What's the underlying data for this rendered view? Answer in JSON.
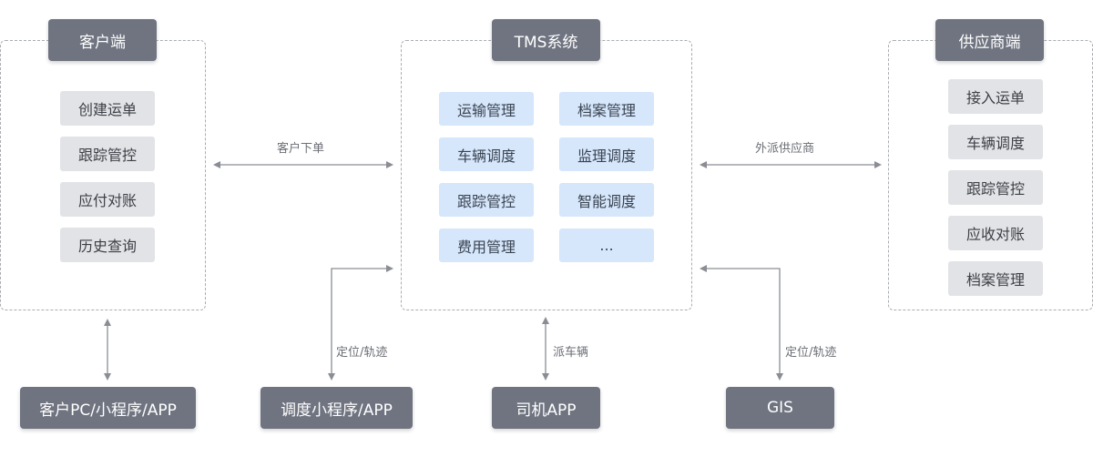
{
  "customer": {
    "title": "客户端",
    "items": [
      "创建运单",
      "跟踪管控",
      "应付对账",
      "历史查询"
    ]
  },
  "tms": {
    "title": "TMS系统",
    "left_items": [
      "运输管理",
      "车辆调度",
      "跟踪管控",
      "费用管理"
    ],
    "right_items": [
      "档案管理",
      "监理调度",
      "智能调度",
      "..."
    ]
  },
  "supplier": {
    "title": "供应商端",
    "items": [
      "接入运单",
      "车辆调度",
      "跟踪管控",
      "应收对账",
      "档案管理"
    ]
  },
  "edges": {
    "customer_order": "客户下单",
    "outsource_supplier": "外派供应商",
    "positioning_track_left": "定位/轨迹",
    "dispatch_vehicle": "派车辆",
    "positioning_track_right": "定位/轨迹"
  },
  "endpoints": {
    "customer_pc": "客户PC/小程序/APP",
    "dispatch_app": "调度小程序/APP",
    "driver_app": "司机APP",
    "gis": "GIS"
  },
  "colors": {
    "header_bg": "#6f7480",
    "gray_item_bg": "#e2e3e6",
    "blue_item_bg": "#d6e6fb",
    "arrow": "#8a8d93"
  }
}
